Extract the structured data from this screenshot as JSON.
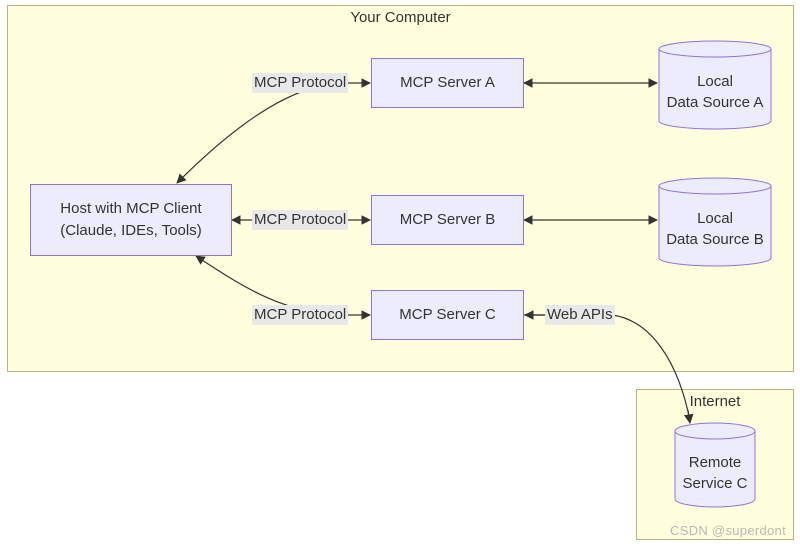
{
  "clusters": {
    "computer": {
      "title": "Your Computer"
    },
    "internet": {
      "title": "Internet"
    }
  },
  "nodes": {
    "host": {
      "line1": "Host with MCP Client",
      "line2": "(Claude, IDEs, Tools)"
    },
    "server_a": {
      "label": "MCP Server A"
    },
    "server_b": {
      "label": "MCP Server B"
    },
    "server_c": {
      "label": "MCP Server C"
    },
    "source_a": {
      "line1": "Local",
      "line2": "Data Source A"
    },
    "source_b": {
      "line1": "Local",
      "line2": "Data Source B"
    },
    "remote_c": {
      "line1": "Remote",
      "line2": "Service C"
    }
  },
  "edges": {
    "host_a": "MCP Protocol",
    "host_b": "MCP Protocol",
    "host_c": "MCP Protocol",
    "c_remote": "Web APIs"
  },
  "colors": {
    "node_fill": "#ececff",
    "node_stroke": "#9370db",
    "cluster_fill": "#ffffde",
    "cluster_stroke": "#b5b57a",
    "edge": "#333333"
  },
  "watermark": "CSDN @superdont"
}
